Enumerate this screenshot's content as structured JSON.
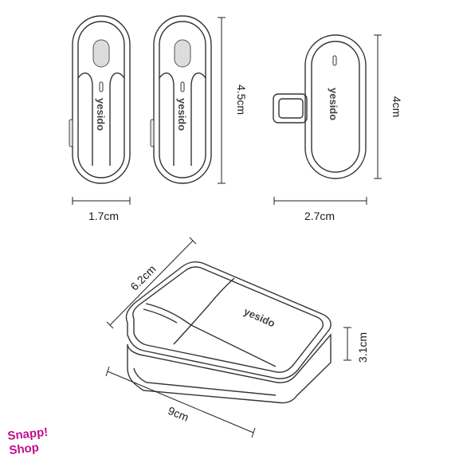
{
  "brand": "yesido",
  "dimensions": {
    "mic_width": "1.7cm",
    "mic_height": "4.5cm",
    "receiver_width": "2.7cm",
    "receiver_height": "4cm",
    "case_depth": "6.2cm",
    "case_width": "9cm",
    "case_height": "3.1cm"
  },
  "watermark": {
    "line1": "Snapp!",
    "line2": "Shop",
    "color": "#c0108c"
  }
}
